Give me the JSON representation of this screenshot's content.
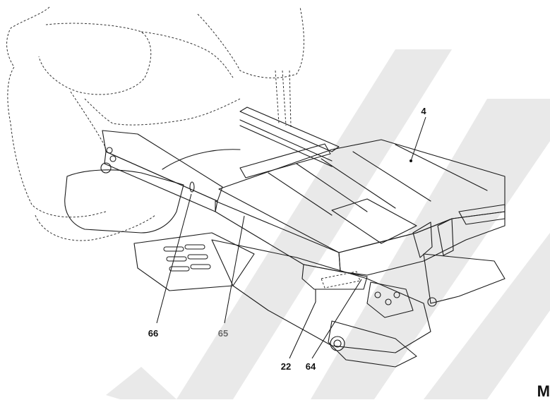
{
  "callouts": {
    "label_4": "4",
    "label_66": "66",
    "label_65": "65",
    "label_22": "22",
    "label_64": "64"
  },
  "corner_mark": "M",
  "colors": {
    "outline": "#1a1a1a",
    "panel_light": "#ececec",
    "panel_mid": "#d4d4d4",
    "panel_dark": "#b9b9b9",
    "watermark": "#e6e6e6",
    "label_grey": "#6b6b6b"
  }
}
